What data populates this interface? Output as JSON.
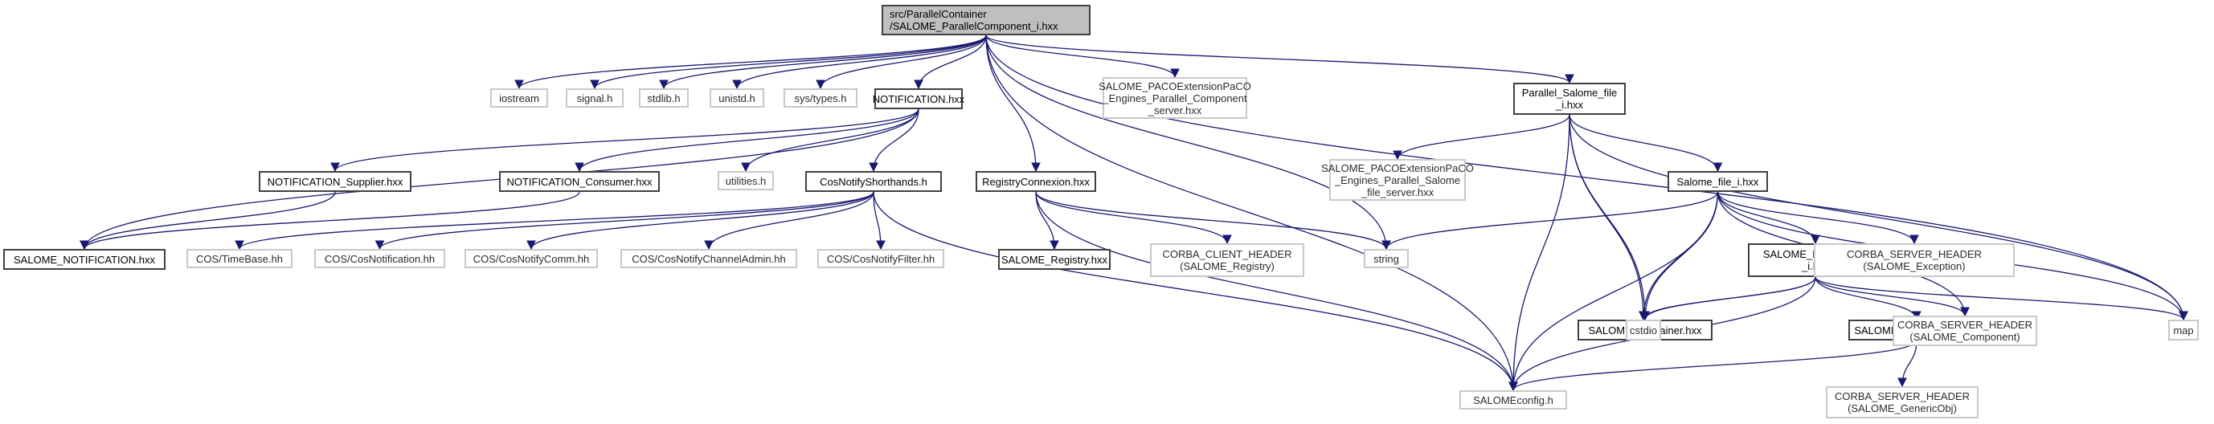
{
  "diagram": {
    "type": "include-dependency-graph",
    "edge_color": "#191970",
    "colors": {
      "documented_border": "#404040",
      "external_border": "#c8c8c8",
      "root_fill": "#bfbfbf"
    },
    "nodes": [
      {
        "id": "root",
        "label": "src/ParallelContainer\n/SALOME_ParallelComponent_i.hxx",
        "kind": "root"
      },
      {
        "id": "iostream",
        "label": "iostream",
        "kind": "external"
      },
      {
        "id": "signal",
        "label": "signal.h",
        "kind": "external"
      },
      {
        "id": "stdlib",
        "label": "stdlib.h",
        "kind": "external"
      },
      {
        "id": "unistd",
        "label": "unistd.h",
        "kind": "external"
      },
      {
        "id": "systypes",
        "label": "sys/types.h",
        "kind": "external"
      },
      {
        "id": "notification",
        "label": "NOTIFICATION.hxx",
        "kind": "documented"
      },
      {
        "id": "paco_comp",
        "label": "SALOME_PACOExtensionPaCO\n_Engines_Parallel_Component\n_server.hxx",
        "kind": "external"
      },
      {
        "id": "par_salome_file",
        "label": "Parallel_Salome_file\n_i.hxx",
        "kind": "documented"
      },
      {
        "id": "notif_supplier",
        "label": "NOTIFICATION_Supplier.hxx",
        "kind": "documented"
      },
      {
        "id": "notif_consumer",
        "label": "NOTIFICATION_Consumer.hxx",
        "kind": "documented"
      },
      {
        "id": "utilities",
        "label": "utilities.h",
        "kind": "external"
      },
      {
        "id": "cosnotify_sh",
        "label": "CosNotifyShorthands.h",
        "kind": "documented"
      },
      {
        "id": "registry_cnx",
        "label": "RegistryConnexion.hxx",
        "kind": "documented"
      },
      {
        "id": "paco_file",
        "label": "SALOME_PACOExtensionPaCO\n_Engines_Parallel_Salome\n_file_server.hxx",
        "kind": "external"
      },
      {
        "id": "salome_file",
        "label": "Salome_file_i.hxx",
        "kind": "documented"
      },
      {
        "id": "salome_notification",
        "label": "SALOME_NOTIFICATION.hxx",
        "kind": "documented"
      },
      {
        "id": "cos_timebase",
        "label": "COS/TimeBase.hh",
        "kind": "external"
      },
      {
        "id": "cos_notification",
        "label": "COS/CosNotification.hh",
        "kind": "external"
      },
      {
        "id": "cos_notifycomm",
        "label": "COS/CosNotifyComm.hh",
        "kind": "external"
      },
      {
        "id": "cos_channeladmin",
        "label": "COS/CosNotifyChannelAdmin.hh",
        "kind": "external"
      },
      {
        "id": "cos_filter",
        "label": "COS/CosNotifyFilter.hh",
        "kind": "external"
      },
      {
        "id": "salome_registry",
        "label": "SALOME_Registry.hxx",
        "kind": "documented"
      },
      {
        "id": "corba_client_registry",
        "label": "CORBA_CLIENT_HEADER\n(SALOME_Registry)",
        "kind": "external"
      },
      {
        "id": "string",
        "label": "string",
        "kind": "external"
      },
      {
        "id": "filetransfer",
        "label": "SALOME_FileTransfer\n_i.hxx",
        "kind": "documented"
      },
      {
        "id": "corba_server_exception",
        "label": "CORBA_SERVER_HEADER\n(SALOME_Exception)",
        "kind": "external"
      },
      {
        "id": "salome_container",
        "label": "SALOME_Container.hxx",
        "kind": "documented"
      },
      {
        "id": "cstdio",
        "label": "cstdio",
        "kind": "external"
      },
      {
        "id": "genericobj",
        "label": "SALOME_GenericObj_i.hh",
        "kind": "documented"
      },
      {
        "id": "corba_server_component",
        "label": "CORBA_SERVER_HEADER\n(SALOME_Component)",
        "kind": "external"
      },
      {
        "id": "map",
        "label": "map",
        "kind": "external"
      },
      {
        "id": "salomeconfig",
        "label": "SALOMEconfig.h",
        "kind": "external"
      },
      {
        "id": "corba_server_genericobj",
        "label": "CORBA_SERVER_HEADER\n(SALOME_GenericObj)",
        "kind": "external"
      }
    ],
    "edges": [
      [
        "root",
        "iostream"
      ],
      [
        "root",
        "signal"
      ],
      [
        "root",
        "stdlib"
      ],
      [
        "root",
        "unistd"
      ],
      [
        "root",
        "systypes"
      ],
      [
        "root",
        "notification"
      ],
      [
        "root",
        "paco_comp"
      ],
      [
        "root",
        "par_salome_file"
      ],
      [
        "root",
        "registry_cnx"
      ],
      [
        "root",
        "string"
      ],
      [
        "root",
        "salomeconfig"
      ],
      [
        "root",
        "map"
      ],
      [
        "notification",
        "salome_notification"
      ],
      [
        "notification",
        "notif_supplier"
      ],
      [
        "notification",
        "notif_consumer"
      ],
      [
        "notification",
        "utilities"
      ],
      [
        "notification",
        "cosnotify_sh"
      ],
      [
        "notif_supplier",
        "salome_notification"
      ],
      [
        "notif_consumer",
        "salome_notification"
      ],
      [
        "cosnotify_sh",
        "cos_timebase"
      ],
      [
        "cosnotify_sh",
        "cos_notification"
      ],
      [
        "cosnotify_sh",
        "cos_notifycomm"
      ],
      [
        "cosnotify_sh",
        "cos_channeladmin"
      ],
      [
        "cosnotify_sh",
        "cos_filter"
      ],
      [
        "cosnotify_sh",
        "salomeconfig"
      ],
      [
        "registry_cnx",
        "salome_registry"
      ],
      [
        "registry_cnx",
        "corba_client_registry"
      ],
      [
        "registry_cnx",
        "string"
      ],
      [
        "registry_cnx",
        "salomeconfig"
      ],
      [
        "par_salome_file",
        "paco_file"
      ],
      [
        "par_salome_file",
        "salome_file"
      ],
      [
        "par_salome_file",
        "salome_container"
      ],
      [
        "par_salome_file",
        "cstdio"
      ],
      [
        "par_salome_file",
        "salomeconfig"
      ],
      [
        "par_salome_file",
        "map"
      ],
      [
        "salome_file",
        "string"
      ],
      [
        "salome_file",
        "filetransfer"
      ],
      [
        "salome_file",
        "corba_server_exception"
      ],
      [
        "salome_file",
        "salome_container"
      ],
      [
        "salome_file",
        "cstdio"
      ],
      [
        "salome_file",
        "salomeconfig"
      ],
      [
        "salome_file",
        "corba_server_component"
      ],
      [
        "salome_file",
        "map"
      ],
      [
        "filetransfer",
        "salome_container"
      ],
      [
        "filetransfer",
        "cstdio"
      ],
      [
        "filetransfer",
        "genericobj"
      ],
      [
        "filetransfer",
        "corba_server_component"
      ],
      [
        "filetransfer",
        "salomeconfig"
      ],
      [
        "filetransfer",
        "map"
      ],
      [
        "genericobj",
        "salomeconfig"
      ],
      [
        "genericobj",
        "corba_server_genericobj"
      ]
    ]
  }
}
